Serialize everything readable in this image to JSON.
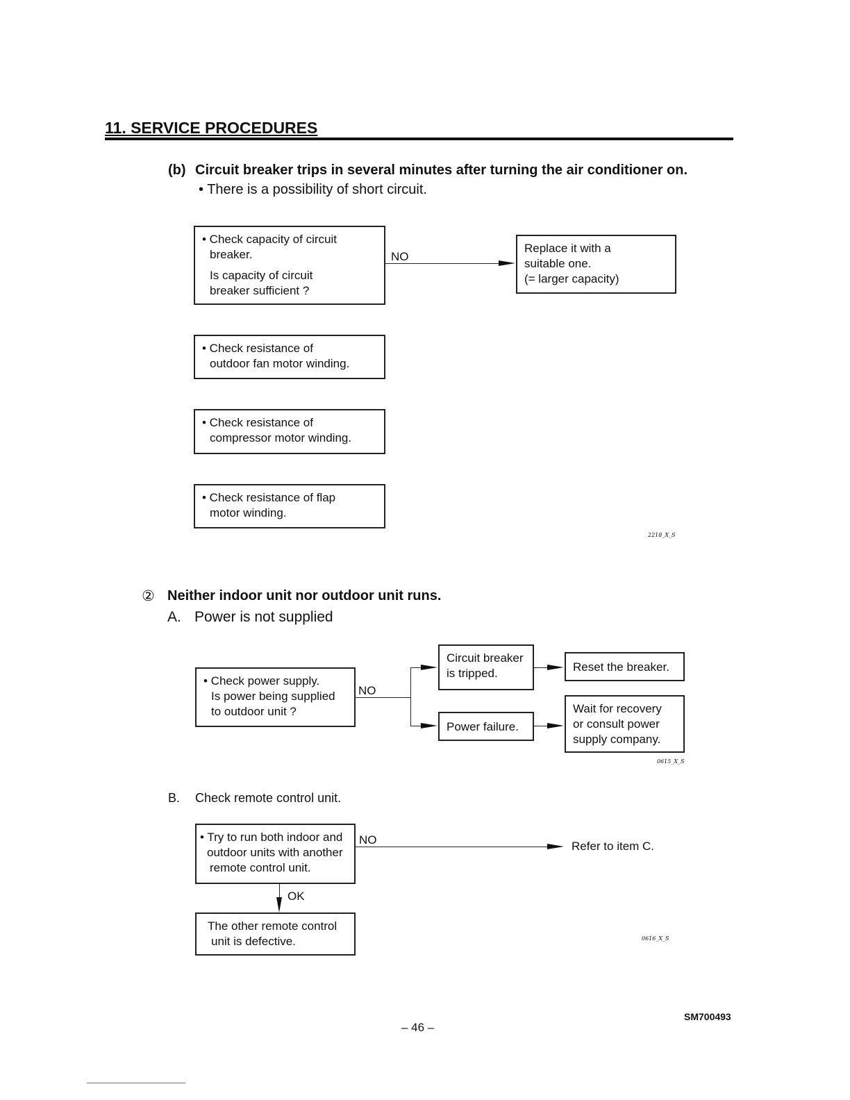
{
  "section": {
    "heading": "11. SERVICE PROCEDURES"
  },
  "part_b": {
    "label": "(b)",
    "title": "Circuit breaker trips in several minutes after turning the air conditioner on.",
    "note": "• There is a possibility of short circuit.",
    "box1": {
      "l1": "• Check capacity of circuit",
      "l2": "breaker.",
      "l3": "Is capacity of circuit",
      "l4": "breaker sufficient ?"
    },
    "no_label": "NO",
    "replace": {
      "l1": "Replace it with a",
      "l2": "suitable one.",
      "l3": "(= larger capacity)"
    },
    "box2": {
      "l1": "• Check resistance of",
      "l2": "outdoor fan motor winding."
    },
    "box3": {
      "l1": "• Check resistance of",
      "l2": "compressor motor winding."
    },
    "box4": {
      "l1": "• Check resistance of flap",
      "l2": "motor winding."
    },
    "fig_code": "2218_X_S"
  },
  "item2": {
    "marker": "②",
    "title": "Neither indoor unit nor outdoor unit runs.",
    "subA": {
      "label": "A.",
      "text": "Power is not supplied"
    },
    "check_power": {
      "l1": "• Check power supply.",
      "l2": "Is power being supplied",
      "l3": "to outdoor unit ?"
    },
    "no_label": "NO",
    "breaker_tripped": {
      "l1": "Circuit breaker",
      "l2": "is tripped."
    },
    "power_failure": "Power failure.",
    "reset": "Reset the breaker.",
    "wait": {
      "l1": "Wait for recovery",
      "l2": "or consult power",
      "l3": "supply company."
    },
    "fig_code": "0615_X_S",
    "subB": {
      "label": "B.",
      "text": "Check remote control unit."
    },
    "try_run": {
      "l1": "• Try to run both indoor and",
      "l2": "outdoor units with another",
      "l3": "remote control unit."
    },
    "no_label_b": "NO",
    "refer": "Refer to item C.",
    "ok_label": "OK",
    "defective": {
      "l1": "The other remote control",
      "l2": "unit is defective."
    },
    "fig_code_b": "0616_X_S"
  },
  "footer": {
    "doc_id": "SM700493",
    "page": "– 46 –"
  }
}
